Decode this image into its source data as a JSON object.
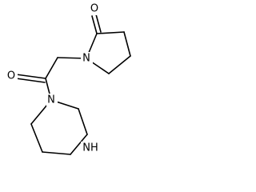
{
  "atoms": {
    "carbonyl_oxygen_top": "O",
    "lactam_nitrogen": "N",
    "amide_oxygen": "O",
    "piperazine_nitrogen": "N",
    "piperazine_nh": "NH"
  }
}
